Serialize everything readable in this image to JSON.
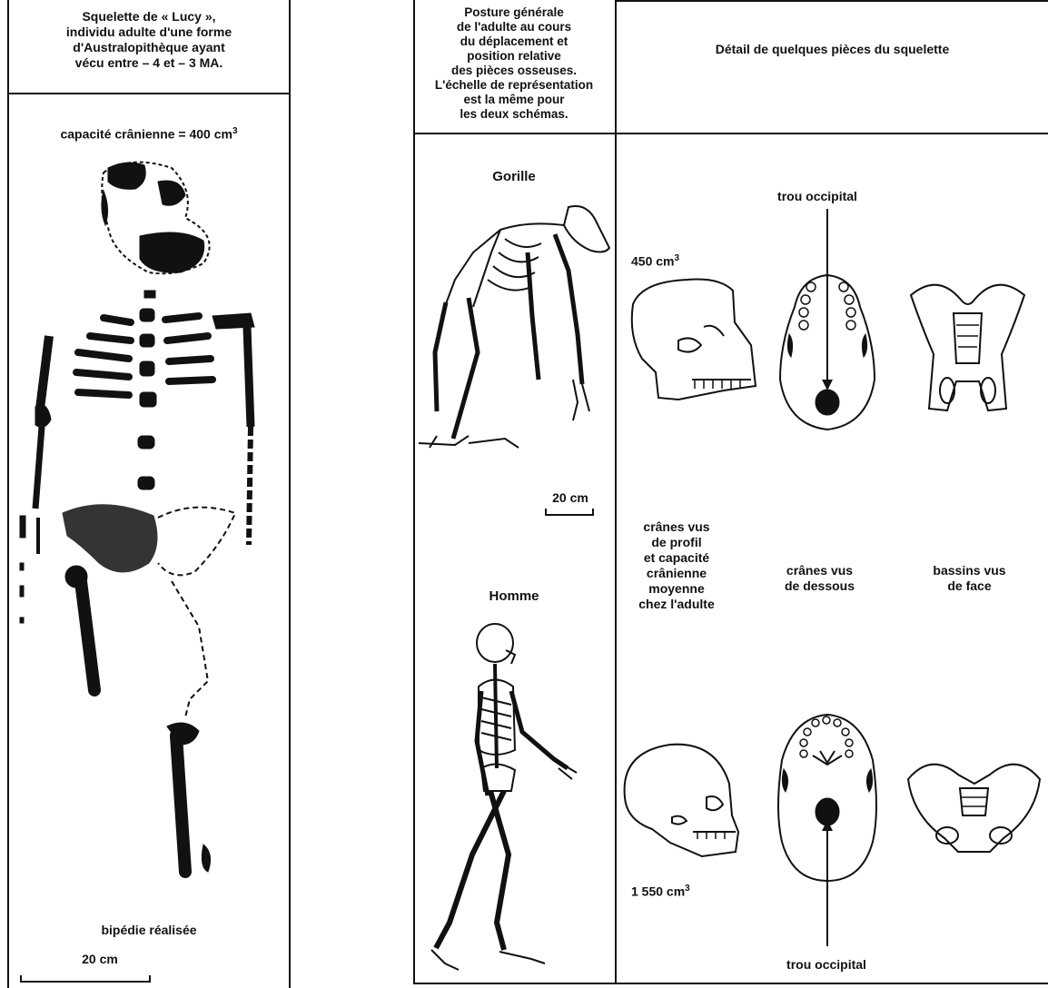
{
  "lucy_panel": {
    "header": "Squelette de « Lucy »,\nindividu adulte d'une forme\nd'Australopithèque ayant\nvécu entre – 4 et – 3 MA.",
    "cranial_capacity_label": "capacité crânienne = 400 cm",
    "cranial_capacity_sup": "3",
    "bipedie": "bipédie réalisée",
    "scale": "20 cm"
  },
  "posture_column": {
    "header": "Posture générale\nde l'adulte au cours\ndu déplacement et\nposition relative\ndes pièces osseuses.\nL'échelle de représentation\nest la même pour\nles deux schémas.",
    "gorilla_title": "Gorille",
    "human_title": "Homme",
    "scale": "20 cm"
  },
  "detail_column": {
    "header": "Détail de quelques pièces du squelette",
    "gorilla_volume": "450 cm",
    "human_volume": "1 550 cm",
    "volume_sup": "3",
    "trou_occipital_top": "trou occipital",
    "trou_occipital_bottom": "trou occipital",
    "caption_skull_profile": "crânes vus\nde profil\net capacité\ncrânienne\nmoyenne\nchez l'adulte",
    "caption_skull_below": "crânes vus\nde dessous",
    "caption_pelvis": "bassins vus\nde face"
  },
  "colors": {
    "ink": "#111111",
    "background": "#ffffff"
  }
}
